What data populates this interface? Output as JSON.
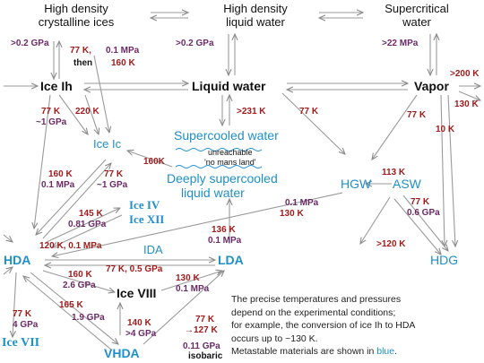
{
  "headers": {
    "crystalline": [
      "High density",
      "crystalline ices"
    ],
    "liquid": [
      "High density",
      "liquid water"
    ],
    "supercritical": [
      "Supercritical",
      "water"
    ]
  },
  "phases": {
    "ice_ih": "Ice Ih",
    "liquid_water": "Liquid water",
    "vapor": "Vapor",
    "ice_ic": "Ice Ic",
    "supercooled": "Supercooled water",
    "unreachable": "unreachable",
    "no_mans_land": "'no mans land'",
    "deeply_supercooled_1": "Deeply supercooled",
    "deeply_supercooled_2": "liquid water",
    "hgw": "HGW",
    "asw": "ASW",
    "ice_iv": "Ice IV",
    "ice_xii": "Ice XII",
    "hda": "HDA",
    "ida": "IDA",
    "lda": "LDA",
    "hdg": "HDG",
    "ice_viii": "Ice VIII",
    "ice_vii": "Ice VII",
    "vhda": "VHDA"
  },
  "conditions": {
    "p_02gpa_left": ">0.2 GPa",
    "t_77k_top": "77 K,",
    "p_01mpa_top": "0.1 MPa",
    "then_160k_then": "then",
    "then_160k_value": "160 K",
    "p_02gpa_mid": ">0.2 GPa",
    "p_22mpa": ">22 MPa",
    "t_200k": ">200 K",
    "t_130k_right": "130 K",
    "t_77k_ih": "77 K",
    "p_1gpa_ih": "~1 GPa",
    "t_220k": "220 K",
    "t_231k": ">231 K",
    "t_77k_mid": "77 K",
    "t_77k_vapor": "77 K",
    "t_10k": "10 K",
    "t_160k_ic": "160K",
    "t_160k_hda": "160 K",
    "p_01mpa_hda": "0.1 MPa",
    "t_77k_ic": "77 K",
    "p_1gpa_ic": "~1 GPa",
    "t_113k": "113 K",
    "t_77k_asw": "77 K",
    "p_06gpa": "0.6 GPa",
    "t_145k": "145 K",
    "p_081gpa": "0.81 GPa",
    "t_120k": "120 K, 0.1 MPa",
    "t_136k": "136 K",
    "p_01mpa_lda": "0.1 MPa",
    "p_01mpa_hgw": "0.1 MPa",
    "t_130k_hgw": "130 K",
    "t_120k_hdg": ">120 K",
    "t_77k_ida": "77 K, 0.5 GPa",
    "t_160k_viii": "160 K",
    "p_26gpa": "2.6 GPa",
    "t_130k_viii": "130 K",
    "p_01mpa_viii": "0.1 MPa",
    "t_165k": "165 K",
    "p_19gpa": "1.9 GPa",
    "t_77k_vii": "77 K",
    "p_4gpa": "4 GPa",
    "t_140k": "140 K",
    "p_4gpa_vhda": ">4 GPa",
    "t_77k_iso": "77 K",
    "t_127k": "→127 K",
    "p_011gpa": "0.11 GPa",
    "isobaric": "isobaric"
  },
  "note": {
    "line1": "The precise temperatures and pressures",
    "line2": "depend on the experimental conditions;",
    "line3": "for example, the conversion of ice Ih to HDA",
    "line4": "occurs up to ~130 K.",
    "line5_prefix": "Metastable materials are shown in",
    "line5_blue": "blue",
    "line5_suffix": "."
  },
  "colors": {
    "stable": "#111111",
    "metastable": "#1f8fc9",
    "temperature": "#a01c1c",
    "pressure": "#6b2a66",
    "arrow": "#8a8a8a"
  }
}
